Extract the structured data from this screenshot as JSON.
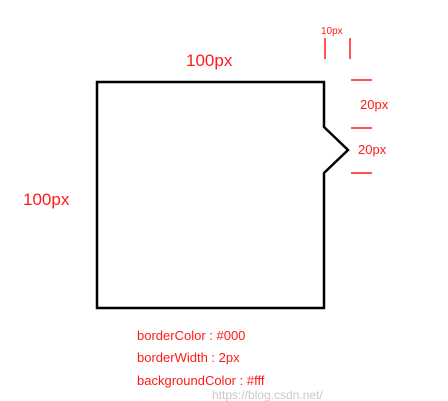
{
  "colors": {
    "annotation": "#ff1a1a",
    "shape_stroke": "#000000",
    "shape_fill": "#ffffff",
    "watermark": "#c8c8c8"
  },
  "dimensions": {
    "width_label": "100px",
    "height_label": "100px",
    "arrow_width_label": "10px",
    "arrow_upper_label": "20px",
    "arrow_lower_label": "20px"
  },
  "styles": {
    "border_color": "borderColor : #000",
    "border_width": "borderWidth : 2px",
    "background_color": "backgroundColor : #fff"
  },
  "watermark": {
    "text": "https://blog.csdn.net/"
  }
}
